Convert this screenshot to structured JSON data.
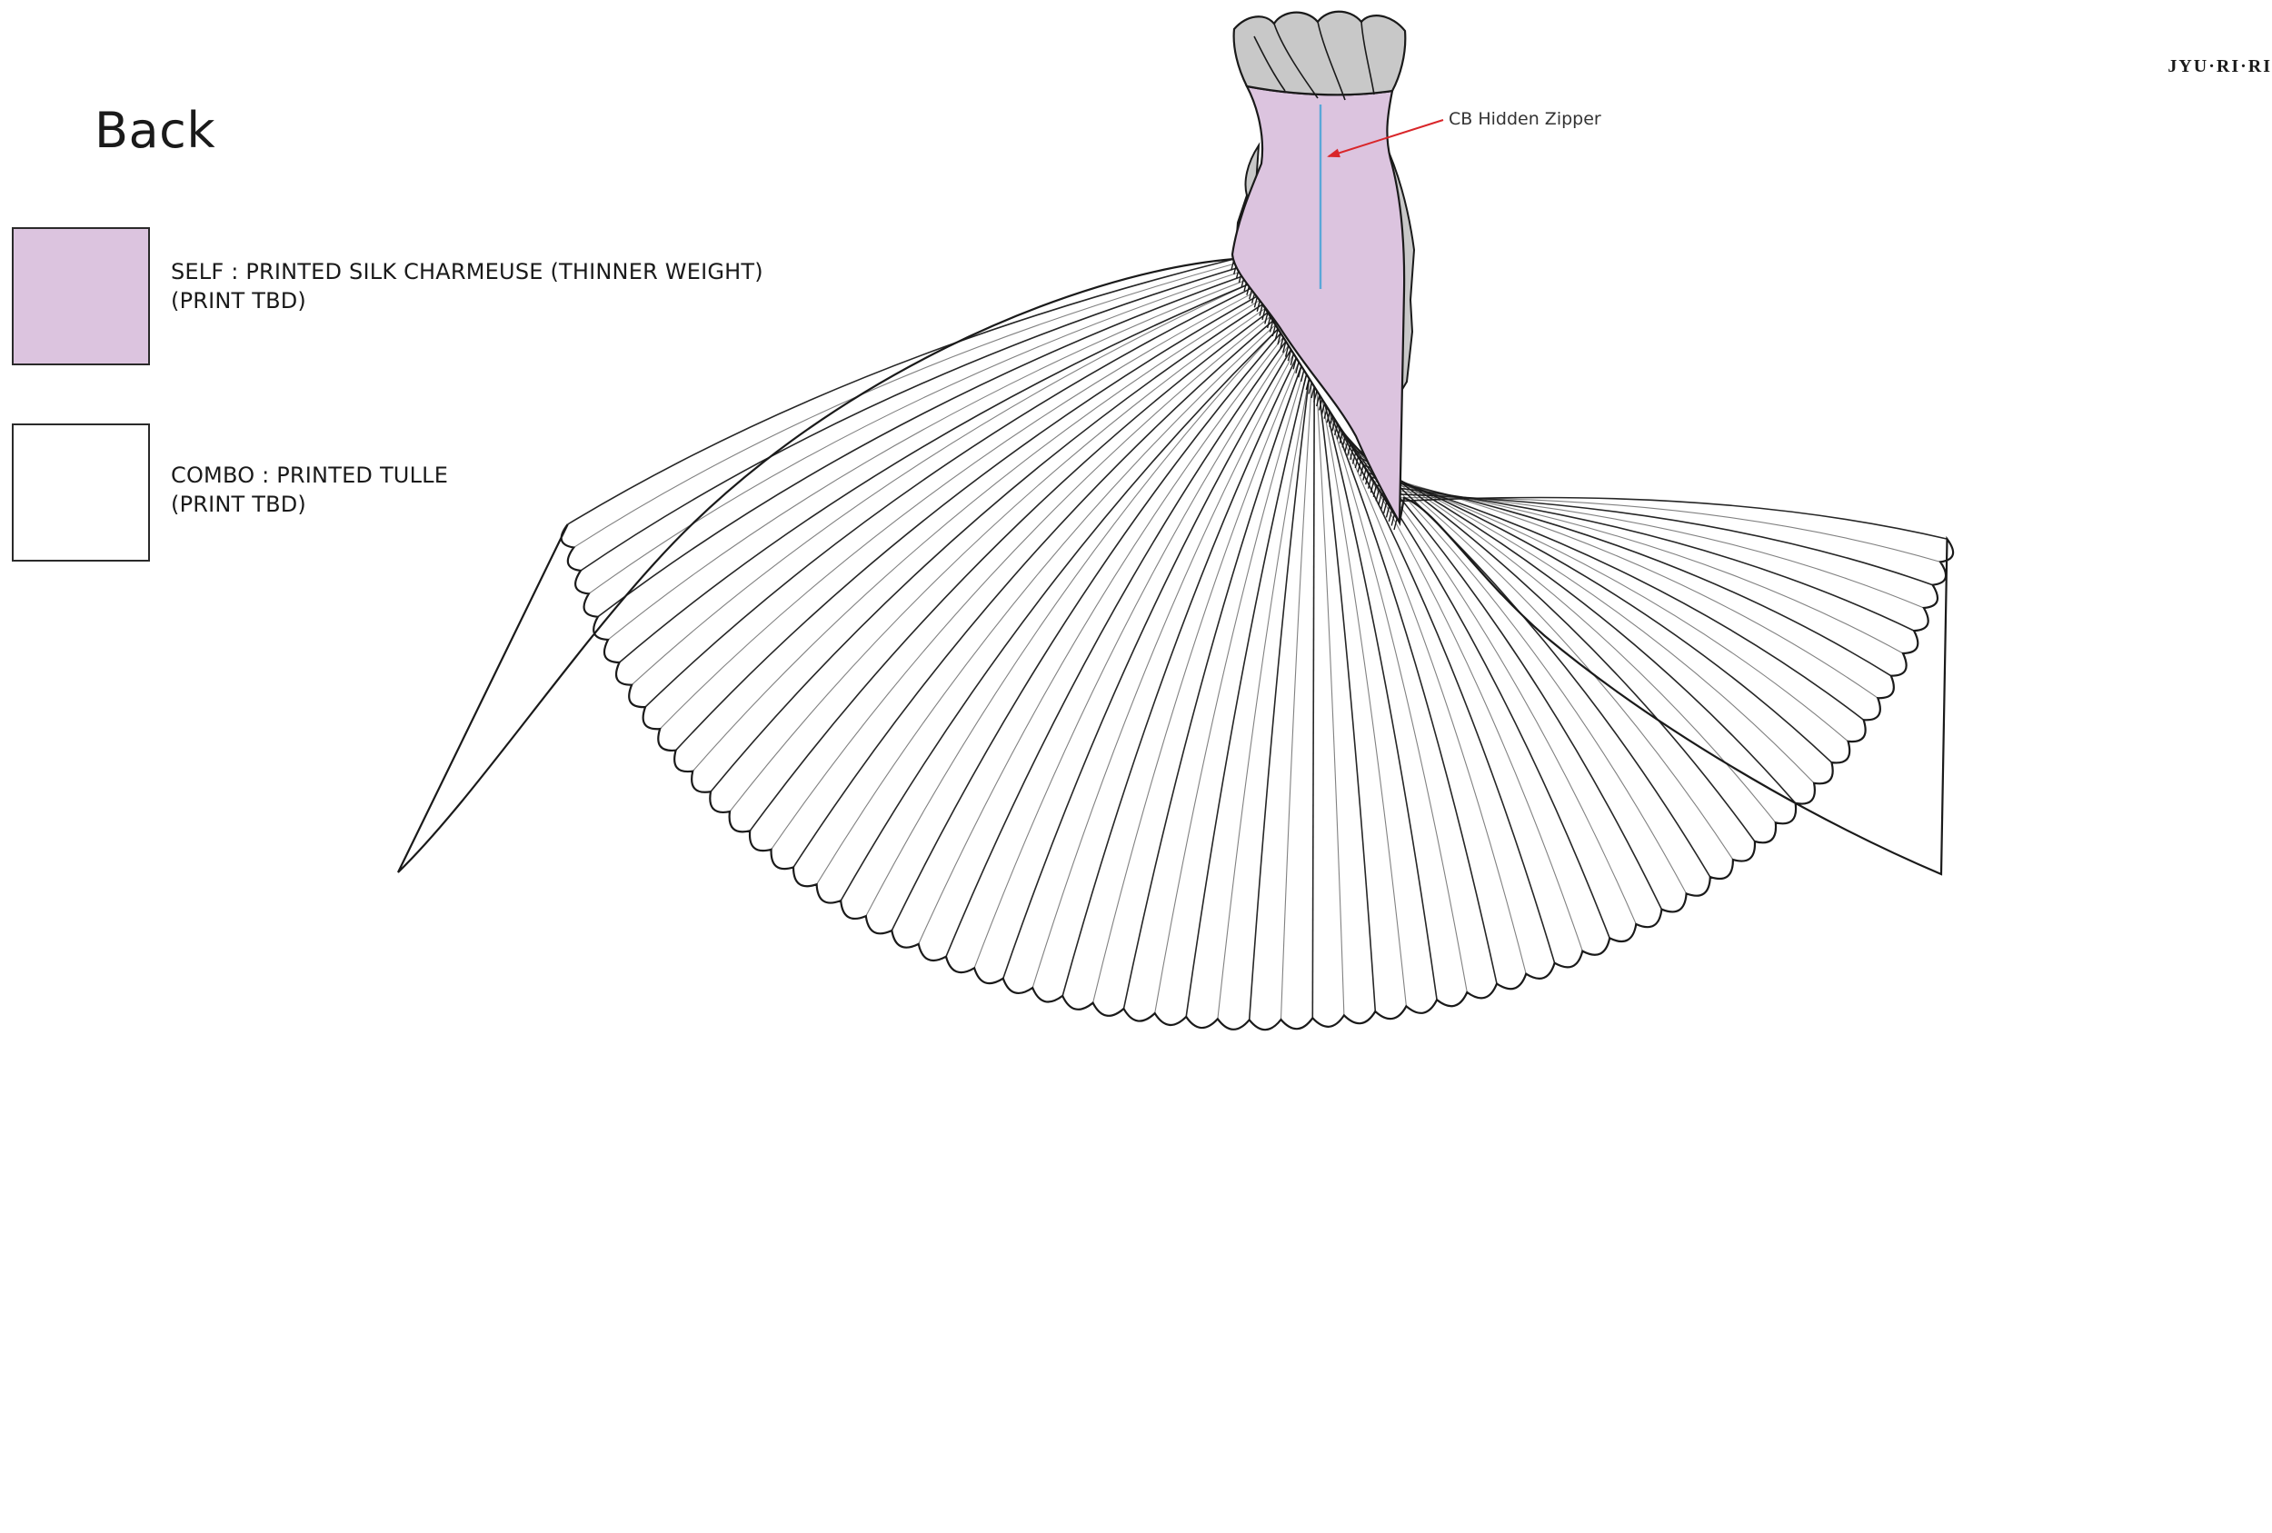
{
  "header": {
    "view_title": "Back",
    "brand": "JYU·RI·RI"
  },
  "legend": [
    {
      "key": "self",
      "line1": "SELF : PRINTED SILK CHARMEUSE (THINNER WEIGHT)",
      "line2": "(PRINT TBD)",
      "swatch_color": "#dcc4df"
    },
    {
      "key": "combo",
      "line1": "COMBO : PRINTED TULLE",
      "line2": "(PRINT TBD)",
      "swatch_color": "#ffffff"
    }
  ],
  "callouts": {
    "zipper": "CB Hidden Zipper"
  },
  "colors": {
    "bodice": "#dcc4df",
    "collar": "#c8c8c8",
    "zipper_line": "#5aa7d8",
    "arrow": "#d9262a",
    "outline": "#1a1a1a"
  }
}
